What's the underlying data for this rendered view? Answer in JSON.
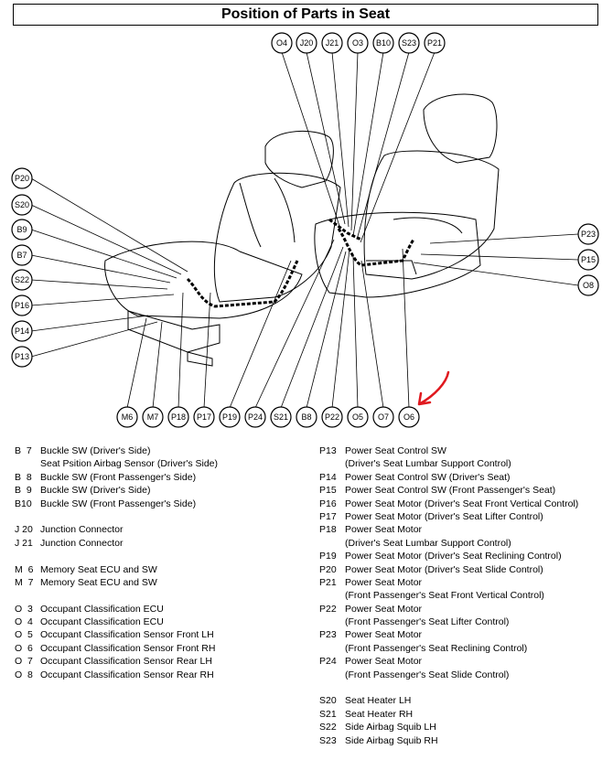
{
  "title": "Position of Parts in Seat",
  "annotation_color": "#e0191f",
  "callouts_top": [
    "O4",
    "J20",
    "J21",
    "O3",
    "B10",
    "S23",
    "P21"
  ],
  "callouts_left": [
    "P20",
    "S20",
    "B9",
    "B7",
    "S22",
    "P16",
    "P14",
    "P13"
  ],
  "callouts_right": [
    "P23",
    "P15",
    "O8"
  ],
  "callouts_bottom": [
    "M6",
    "M7",
    "P18",
    "P17",
    "P19",
    "P24",
    "S21",
    "B8",
    "P22",
    "O5",
    "O7",
    "O6"
  ],
  "legend_left": [
    {
      "code": "B  7",
      "desc": "Buckle SW (Driver's Side)"
    },
    {
      "code": "",
      "desc": "Seat Psition Airbag Sensor (Driver's Side)"
    },
    {
      "code": "B  8",
      "desc": "Buckle SW (Front Passenger's Side)"
    },
    {
      "code": "B  9",
      "desc": "Buckle SW (Driver's Side)"
    },
    {
      "code": "B10",
      "desc": "Buckle SW (Front Passenger's Side)"
    },
    {
      "gap": true
    },
    {
      "code": "J 20",
      "desc": "Junction Connector"
    },
    {
      "code": "J 21",
      "desc": "Junction Connector"
    },
    {
      "gap": true
    },
    {
      "code": "M  6",
      "desc": "Memory Seat ECU and SW"
    },
    {
      "code": "M  7",
      "desc": "Memory Seat ECU and SW"
    },
    {
      "gap": true
    },
    {
      "code": "O  3",
      "desc": "Occupant Classification ECU"
    },
    {
      "code": "O  4",
      "desc": "Occupant Classification ECU"
    },
    {
      "code": "O  5",
      "desc": "Occupant Classification Sensor Front LH"
    },
    {
      "code": "O  6",
      "desc": "Occupant Classification Sensor Front RH"
    },
    {
      "code": "O  7",
      "desc": "Occupant Classification Sensor Rear LH"
    },
    {
      "code": "O  8",
      "desc": "Occupant Classification Sensor Rear RH"
    }
  ],
  "legend_right": [
    {
      "code": "P13",
      "desc": "Power Seat Control SW"
    },
    {
      "code": "",
      "desc": "(Driver's Seat Lumbar Support Control)"
    },
    {
      "code": "P14",
      "desc": "Power Seat Control SW (Driver's Seat)"
    },
    {
      "code": "P15",
      "desc": "Power Seat Control SW (Front Passenger's Seat)"
    },
    {
      "code": "P16",
      "desc": "Power Seat Motor (Driver's Seat Front Vertical Control)"
    },
    {
      "code": "P17",
      "desc": "Power Seat Motor (Driver's Seat Lifter Control)"
    },
    {
      "code": "P18",
      "desc": "Power Seat Motor"
    },
    {
      "code": "",
      "desc": "(Driver's Seat Lumbar Support Control)"
    },
    {
      "code": "P19",
      "desc": "Power Seat Motor (Driver's Seat Reclining Control)"
    },
    {
      "code": "P20",
      "desc": "Power Seat Motor (Driver's Seat Slide Control)"
    },
    {
      "code": "P21",
      "desc": "Power Seat Motor"
    },
    {
      "code": "",
      "desc": "(Front Passenger's Seat Front Vertical Control)"
    },
    {
      "code": "P22",
      "desc": "Power Seat Motor"
    },
    {
      "code": "",
      "desc": "(Front Passenger's Seat Lifter Control)"
    },
    {
      "code": "P23",
      "desc": "Power Seat Motor"
    },
    {
      "code": "",
      "desc": "(Front Passenger's Seat Reclining Control)"
    },
    {
      "code": "P24",
      "desc": "Power Seat Motor"
    },
    {
      "code": "",
      "desc": "(Front Passenger's Seat Slide Control)"
    },
    {
      "gap": true
    },
    {
      "code": "S20",
      "desc": "Seat Heater LH"
    },
    {
      "code": "S21",
      "desc": "Seat Heater RH"
    },
    {
      "code": "S22",
      "desc": "Side Airbag Squib LH"
    },
    {
      "code": "S23",
      "desc": "Side Airbag Squib RH"
    }
  ]
}
